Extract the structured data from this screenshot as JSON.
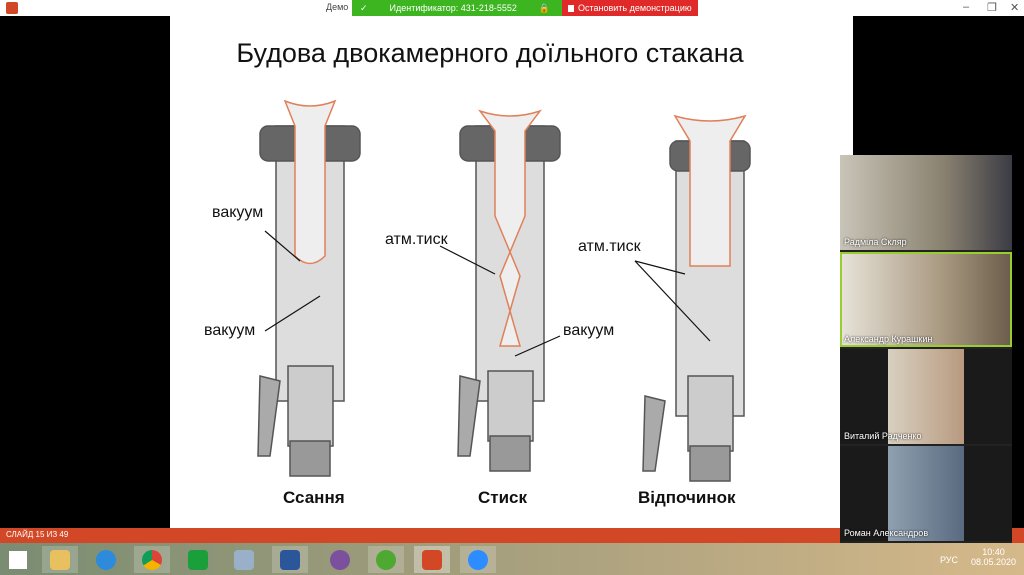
{
  "window": {
    "demo_label": "Демо",
    "id_label": "Идентификатор: 431-218-5552",
    "stop_label": "Остановить демонстрацию"
  },
  "slide": {
    "title": "Будова двокамерного доїльного стакана",
    "labels": {
      "vac1": "вакуум",
      "vac2": "вакуум",
      "atm1": "атм.тиск",
      "vac3": "вакуум",
      "atm2": "атм.тиск"
    },
    "captions": [
      "Ссання",
      "Стиск",
      "Відпочинок"
    ]
  },
  "participants": [
    {
      "name": "Радміла Скляр"
    },
    {
      "name": "Александр Курашкин"
    },
    {
      "name": "Виталий Радченко"
    },
    {
      "name": "Роман Александров"
    }
  ],
  "status": {
    "slide_counter": "СЛАЙД 15 ИЗ 49"
  },
  "taskbar": {
    "apps": [
      "start",
      "explorer",
      "internet-explorer",
      "chrome",
      "store",
      "calculator",
      "word",
      "viber",
      "utorrent",
      "powerpoint",
      "zoom"
    ],
    "lang": "РУС",
    "time": "10:40",
    "date": "08.05.2020"
  },
  "colors": {
    "accent": "#d24726",
    "green": "#3cb521",
    "red": "#e02a2a"
  }
}
